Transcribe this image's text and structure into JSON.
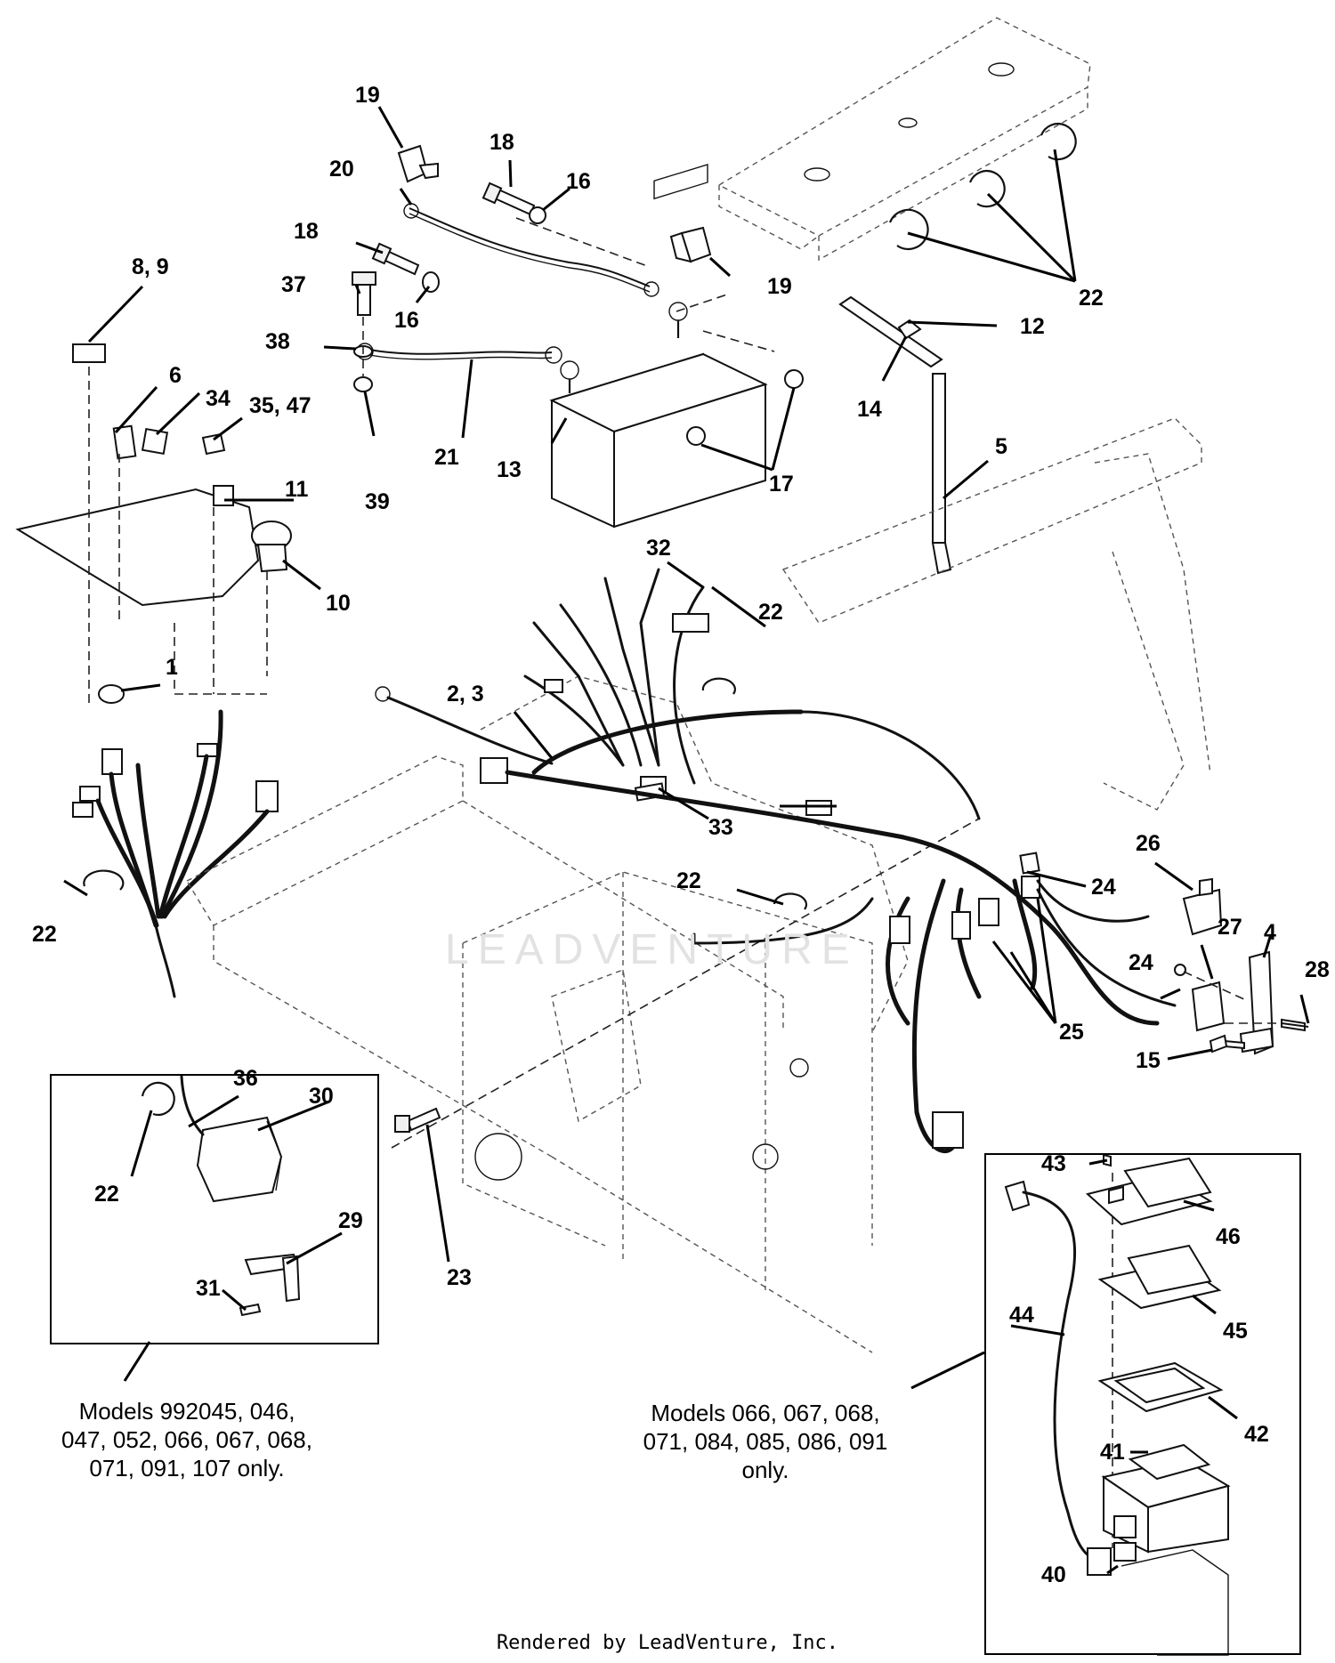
{
  "watermark": "LEADVENTURE",
  "footer": "Rendered by LeadVenture, Inc.",
  "inset_left": {
    "note_lines": [
      "Models 992045, 046,",
      "047, 052, 066, 067, 068,",
      "071, 091, 107 only."
    ]
  },
  "inset_right": {
    "note_lines": [
      "Models 066, 067, 068,",
      "071, 084, 085, 086, 091",
      "only."
    ]
  },
  "callouts": [
    {
      "id": "c19a",
      "text": "19"
    },
    {
      "id": "c18a",
      "text": "18"
    },
    {
      "id": "c20",
      "text": "20"
    },
    {
      "id": "c16a",
      "text": "16"
    },
    {
      "id": "c89",
      "text": "8, 9"
    },
    {
      "id": "c18b",
      "text": "18"
    },
    {
      "id": "c37",
      "text": "37"
    },
    {
      "id": "c16b",
      "text": "16"
    },
    {
      "id": "c19b",
      "text": "19"
    },
    {
      "id": "c22a",
      "text": "22"
    },
    {
      "id": "c12",
      "text": "12"
    },
    {
      "id": "c38",
      "text": "38"
    },
    {
      "id": "c6",
      "text": "6"
    },
    {
      "id": "c34",
      "text": "34"
    },
    {
      "id": "c3547",
      "text": "35,  47"
    },
    {
      "id": "c14",
      "text": "14"
    },
    {
      "id": "c39",
      "text": "39"
    },
    {
      "id": "c21",
      "text": "21"
    },
    {
      "id": "c13",
      "text": "13"
    },
    {
      "id": "c5",
      "text": "5"
    },
    {
      "id": "c17",
      "text": "17"
    },
    {
      "id": "c11",
      "text": "11"
    },
    {
      "id": "c32",
      "text": "32"
    },
    {
      "id": "c10",
      "text": "10"
    },
    {
      "id": "c22b",
      "text": "22"
    },
    {
      "id": "c1",
      "text": "1"
    },
    {
      "id": "c23b",
      "text": "2,  3"
    },
    {
      "id": "c33",
      "text": "33"
    },
    {
      "id": "c26",
      "text": "26"
    },
    {
      "id": "c22c",
      "text": "22"
    },
    {
      "id": "c24a",
      "text": "24"
    },
    {
      "id": "c22d",
      "text": "22"
    },
    {
      "id": "c27",
      "text": "27"
    },
    {
      "id": "c4",
      "text": "4"
    },
    {
      "id": "c24b",
      "text": "24"
    },
    {
      "id": "c28",
      "text": "28"
    },
    {
      "id": "c25",
      "text": "25"
    },
    {
      "id": "c15",
      "text": "15"
    },
    {
      "id": "c36",
      "text": "36"
    },
    {
      "id": "c30",
      "text": "30"
    },
    {
      "id": "c22e",
      "text": "22"
    },
    {
      "id": "c43",
      "text": "43"
    },
    {
      "id": "c29",
      "text": "29"
    },
    {
      "id": "c46",
      "text": "46"
    },
    {
      "id": "c31",
      "text": "31"
    },
    {
      "id": "c23",
      "text": "23"
    },
    {
      "id": "c44",
      "text": "44"
    },
    {
      "id": "c45",
      "text": "45"
    },
    {
      "id": "c42",
      "text": "42"
    },
    {
      "id": "c41",
      "text": "41"
    },
    {
      "id": "c40",
      "text": "40"
    }
  ]
}
